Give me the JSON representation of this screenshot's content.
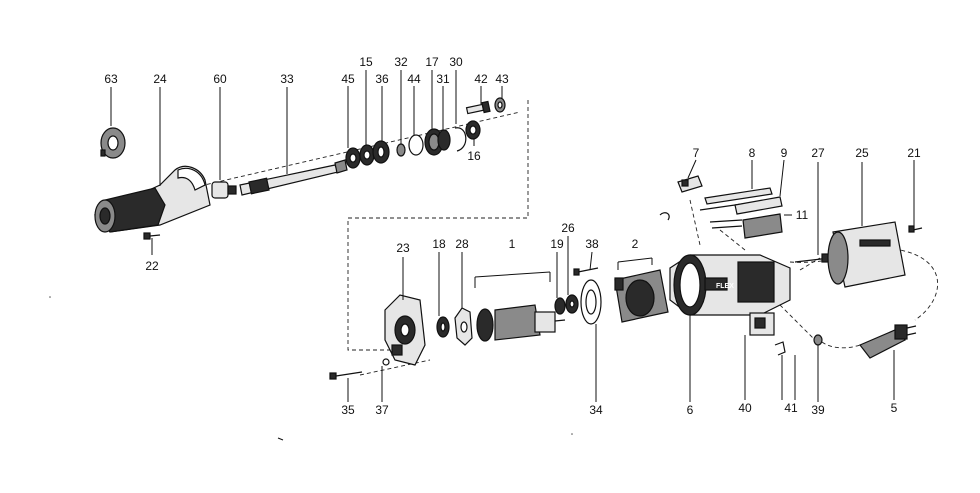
{
  "parts": [
    {
      "id": "p63",
      "number": "63"
    },
    {
      "id": "p24",
      "number": "24"
    },
    {
      "id": "p60",
      "number": "60"
    },
    {
      "id": "p33",
      "number": "33"
    },
    {
      "id": "p45",
      "number": "45"
    },
    {
      "id": "p15",
      "number": "15"
    },
    {
      "id": "p36",
      "number": "36"
    },
    {
      "id": "p32",
      "number": "32"
    },
    {
      "id": "p44",
      "number": "44"
    },
    {
      "id": "p17",
      "number": "17"
    },
    {
      "id": "p30",
      "number": "30"
    },
    {
      "id": "p31",
      "number": "31"
    },
    {
      "id": "p42",
      "number": "42"
    },
    {
      "id": "p43",
      "number": "43"
    },
    {
      "id": "p16",
      "number": "16"
    },
    {
      "id": "p22",
      "number": "22"
    },
    {
      "id": "p7",
      "number": "7"
    },
    {
      "id": "p8",
      "number": "8"
    },
    {
      "id": "p9",
      "number": "9"
    },
    {
      "id": "p11",
      "number": "11"
    },
    {
      "id": "p27",
      "number": "27"
    },
    {
      "id": "p25",
      "number": "25"
    },
    {
      "id": "p21",
      "number": "21"
    },
    {
      "id": "p23",
      "number": "23"
    },
    {
      "id": "p18",
      "number": "18"
    },
    {
      "id": "p28",
      "number": "28"
    },
    {
      "id": "p1",
      "number": "1"
    },
    {
      "id": "p19",
      "number": "19"
    },
    {
      "id": "p26",
      "number": "26"
    },
    {
      "id": "p38",
      "number": "38"
    },
    {
      "id": "p2",
      "number": "2"
    },
    {
      "id": "p35",
      "number": "35"
    },
    {
      "id": "p37",
      "number": "37"
    },
    {
      "id": "p34",
      "number": "34"
    },
    {
      "id": "p6",
      "number": "6"
    },
    {
      "id": "p40",
      "number": "40"
    },
    {
      "id": "p41",
      "number": "41"
    },
    {
      "id": "p39",
      "number": "39"
    },
    {
      "id": "p5",
      "number": "5"
    }
  ],
  "brand_mark": "FLEX"
}
